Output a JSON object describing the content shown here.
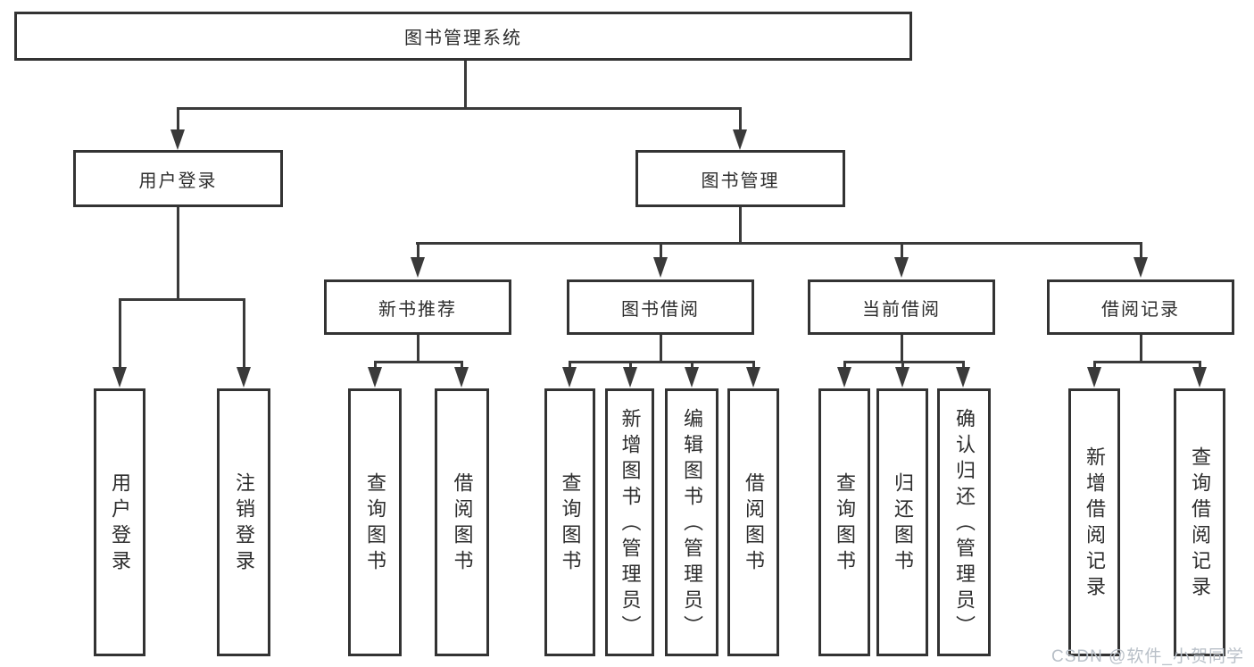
{
  "diagram": {
    "root": {
      "label": "图书管理系统"
    },
    "branches": [
      {
        "label": "用户登录",
        "children": [
          {
            "label": "用户登录"
          },
          {
            "label": "注销登录"
          }
        ]
      },
      {
        "label": "图书管理",
        "children": [
          {
            "label": "新书推荐",
            "children": [
              {
                "label": "查询图书"
              },
              {
                "label": "借阅图书"
              }
            ]
          },
          {
            "label": "图书借阅",
            "children": [
              {
                "label": "查询图书"
              },
              {
                "label": "新增图书（管理员）"
              },
              {
                "label": "编辑图书（管理员）"
              },
              {
                "label": "借阅图书"
              }
            ]
          },
          {
            "label": "当前借阅",
            "children": [
              {
                "label": "查询图书"
              },
              {
                "label": "归还图书"
              },
              {
                "label": "确认归还（管理员）"
              }
            ]
          },
          {
            "label": "借阅记录",
            "children": [
              {
                "label": "新增借阅记录"
              },
              {
                "label": "查询借阅记录"
              }
            ]
          }
        ]
      }
    ],
    "colors": {
      "line": "#3a3a3a",
      "box_border": "#333333",
      "text": "#2d2d2d",
      "background": "#ffffff",
      "watermark": "#b9c0c8"
    }
  },
  "watermark": {
    "text": "CSDN @软件_小贺同学"
  }
}
